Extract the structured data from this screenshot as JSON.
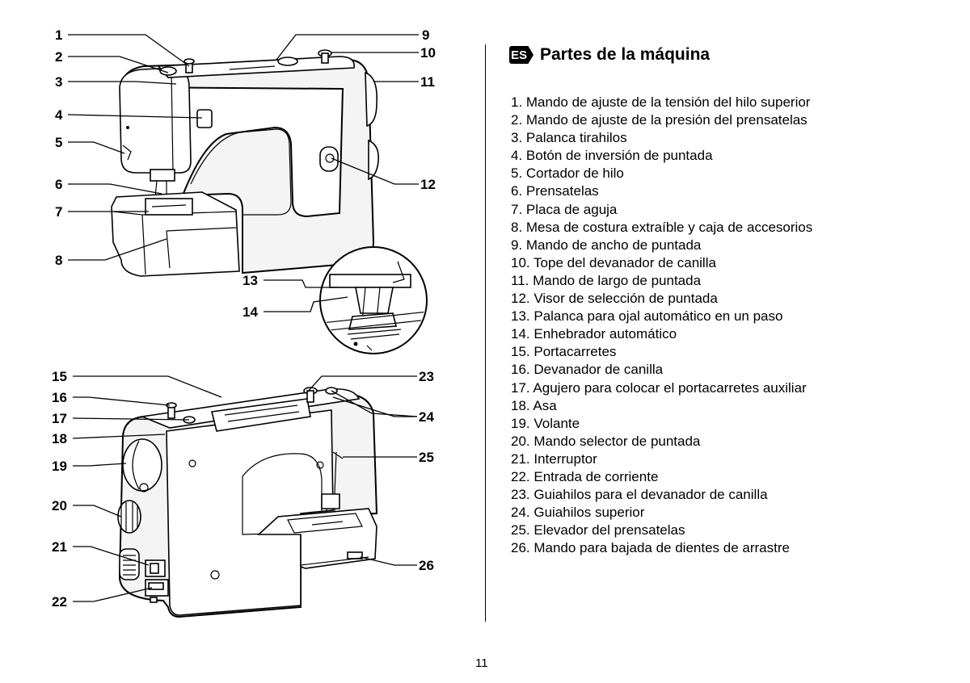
{
  "language_badge": "ES",
  "section_title": "Partes de la máquina",
  "page_number": "11",
  "parts": [
    "1. Mando de ajuste de la tensión del hilo superior",
    "2. Mando de ajuste de la presión del prensatelas",
    "3. Palanca tirahilos",
    "4. Botón de inversión de puntada",
    "5. Cortador de hilo",
    "6. Prensatelas",
    "7. Placa de aguja",
    "8. Mesa de costura extraíble y caja de accesorios",
    "9. Mando de ancho de puntada",
    "10. Tope del devanador de canilla",
    "11. Mando de largo de puntada",
    "12. Visor de selección de puntada",
    "13. Palanca para ojal automático en un paso",
    "14. Enhebrador automático",
    "15. Portacarretes",
    "16. Devanador de canilla",
    "17. Agujero para colocar el portacarretes auxiliar",
    "18. Asa",
    "19. Volante",
    "20. Mando selector de puntada",
    "21. Interruptor",
    "22. Entrada de corriente",
    "23. Guiahilos para el devanador de canilla",
    "24. Guiahilos superior",
    "25. Elevador del prensatelas",
    "26. Mando para bajada de dientes de arrastre"
  ],
  "figure_callouts": {
    "front": [
      "1",
      "2",
      "3",
      "4",
      "5",
      "6",
      "7",
      "8",
      "9",
      "10",
      "11",
      "12",
      "13",
      "14"
    ],
    "back": [
      "15",
      "16",
      "17",
      "18",
      "19",
      "20",
      "21",
      "22",
      "23",
      "24",
      "25",
      "26"
    ]
  }
}
